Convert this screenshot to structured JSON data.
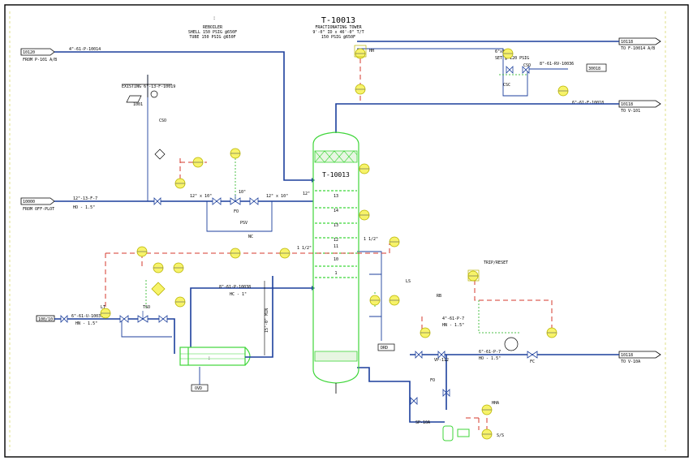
{
  "header": {
    "title": "T-10013",
    "subtitle_1": "FRACTIONATING TOWER",
    "subtitle_2": "9'-0\" ID x 46'-0\" T/T",
    "subtitle_3": "150 PSIG @650F"
  },
  "reboiler": {
    "marker": ":",
    "label_1": "REBOILER",
    "label_2": "SHELL 150 PSIG @650F",
    "label_3": "TUBE 150 PSIG @650F"
  },
  "tower": {
    "tag": "T-10013",
    "trays": [
      "13",
      "14",
      "13",
      "12",
      "11",
      "10",
      "1"
    ]
  },
  "lines": {
    "feed_in_tag": "10120",
    "feed_in_from": "FROM P-101 A/B",
    "feed_in_line": "4\"-61-P-10014",
    "offgas_tag": "10000",
    "offgas_from": "FROM OFF-PLOT",
    "offgas_line": "12\"-13-F-7",
    "offgas_ins": "HO - 1.5\"",
    "top_out_tag": "10118",
    "top_out_to": "TO F-10014 A/B",
    "mid_out_tag": "10118",
    "mid_out_to": "TO V-101",
    "mid_out_line": "6\"-61-F-10018",
    "bottom_out_tag": "10118",
    "bottom_out_to": "TO V-10A",
    "bottom_out_line": "6\"-61-P-7",
    "bottom_out_ins": "HO - 1.5\"",
    "left_in_tag": "100/10",
    "left_in_line": "6\"-61-U-10031",
    "left_in_ins": "HN - 1.5\"",
    "mid_line": "8\"-61-P-10038",
    "mid_line_ins": "HC - 1\"",
    "elev": "15'-0\" MIN",
    "pump_line": "4\"-61-P-7",
    "pump_ins": "HN - 1.5\"",
    "sp_tag": "SP-10A",
    "vp_tag": "VP-112"
  },
  "relief": {
    "set": "SET @ 120 PSIG",
    "size": "6\"x8\"",
    "psv": "CSO",
    "line": "8\"-61-RV-10036",
    "dest": "30018"
  },
  "misc": {
    "existing_line": "EXISTING 6\"-13-F-10019",
    "vent_tag": "1001",
    "size_1": "12\" x 10\"",
    "size_2": "12\" x 10\"",
    "size_3": "12\"",
    "size_4": "10\"",
    "fo_tag": "FO",
    "tso_tag": "TSO",
    "fc_tag": "FC",
    "trip": "TRIP/RESET",
    "hh": "HH",
    "hha": "HHA",
    "lt": "LT",
    "ls": "LS",
    "drain": "DRD",
    "ovd": "OVD",
    "rb": "RB",
    "psv_1": "PSV",
    "half_in": "1 1/2\"",
    "cso": "CSO",
    "csc": "CSC",
    "nc": "NC",
    "fo2": "FO",
    "ss": "S/S"
  }
}
